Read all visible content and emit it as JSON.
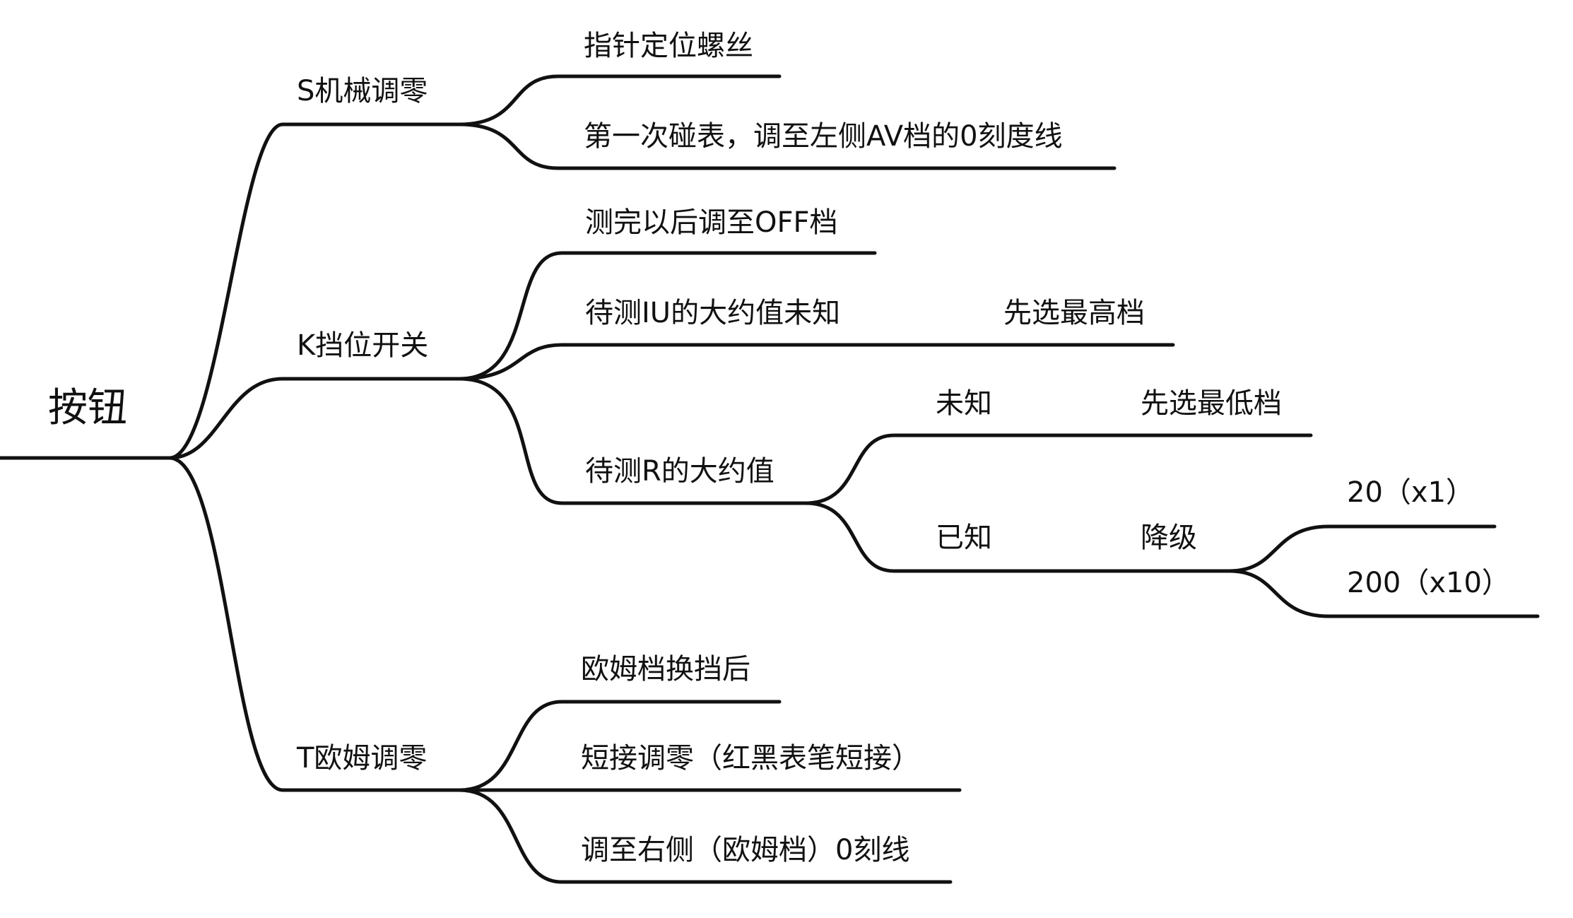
{
  "root": {
    "label": "按钮"
  },
  "branches": {
    "s": {
      "label": "S机械调零",
      "items": [
        "指针定位螺丝",
        "第一次碰表，调至左侧AV档的0刻度线"
      ]
    },
    "k": {
      "label": "K挡位开关",
      "after_test": "测完以后调至OFF档",
      "unknown_iu": {
        "label": "待测IU的大约值未知",
        "action": "先选最高档"
      },
      "r_value": {
        "label": "待测R的大约值",
        "unknown": {
          "label": "未知",
          "action": "先选最低档"
        },
        "known": {
          "label": "已知",
          "action": "降级",
          "options": [
            "20（x1）",
            "200（x10）"
          ]
        }
      }
    },
    "t": {
      "label": "T欧姆调零",
      "items": [
        "欧姆档换挡后",
        "短接调零（红黑表笔短接）",
        "调至右侧（欧姆档）0刻线"
      ]
    }
  }
}
